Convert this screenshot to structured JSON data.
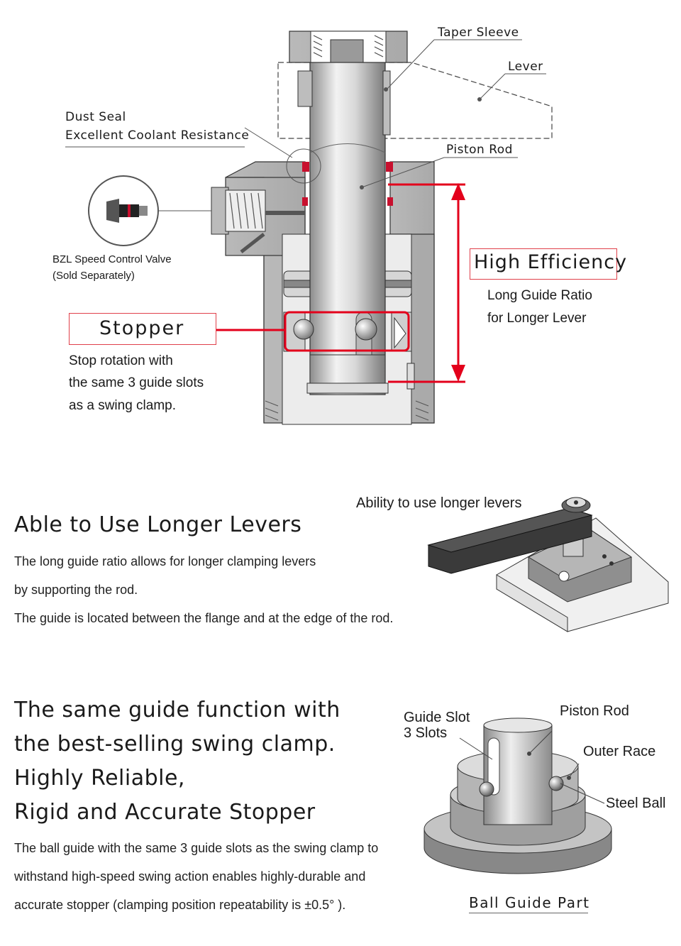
{
  "diagram_top": {
    "labels": {
      "taper_sleeve": "Taper Sleeve",
      "lever": "Lever",
      "dust_seal_1": "Dust Seal",
      "dust_seal_2": "Excellent Coolant Resistance",
      "piston_rod": "Piston Rod",
      "valve_1": "BZL Speed Control Valve",
      "valve_2": "(Sold Separately)"
    },
    "high_efficiency": {
      "title": "High Efficiency",
      "line1": "Long Guide Ratio",
      "line2": "for Longer Lever"
    },
    "stopper": {
      "title": "Stopper",
      "line1": "Stop rotation with",
      "line2": "the same 3 guide slots",
      "line3": "as a swing clamp."
    },
    "colors": {
      "accent_red": "#e3001b",
      "metal": "#bdbdbd",
      "seal": "#c8102e"
    }
  },
  "section_levers": {
    "heading": "Able to Use Longer Levers",
    "image_caption": "Ability to use longer levers",
    "lines": [
      "The long guide ratio allows for longer clamping levers",
      "by supporting the rod.",
      "The guide is located between the flange and at the edge of the rod."
    ]
  },
  "section_guide": {
    "heading_lines": [
      "The same guide function with",
      "the best-selling swing clamp.",
      "Highly Reliable,",
      "Rigid and Accurate Stopper"
    ],
    "lines": [
      "The ball guide with the same 3 guide slots as the swing clamp to",
      "withstand high-speed swing action enables highly-durable and",
      "accurate stopper (clamping position repeatability is ±0.5° )."
    ],
    "part_labels": {
      "guide_slot_1": "Guide Slot",
      "guide_slot_2": "3 Slots",
      "piston_rod": "Piston Rod",
      "outer_race": "Outer Race",
      "steel_ball": "Steel Ball",
      "caption": "Ball Guide Part"
    }
  }
}
